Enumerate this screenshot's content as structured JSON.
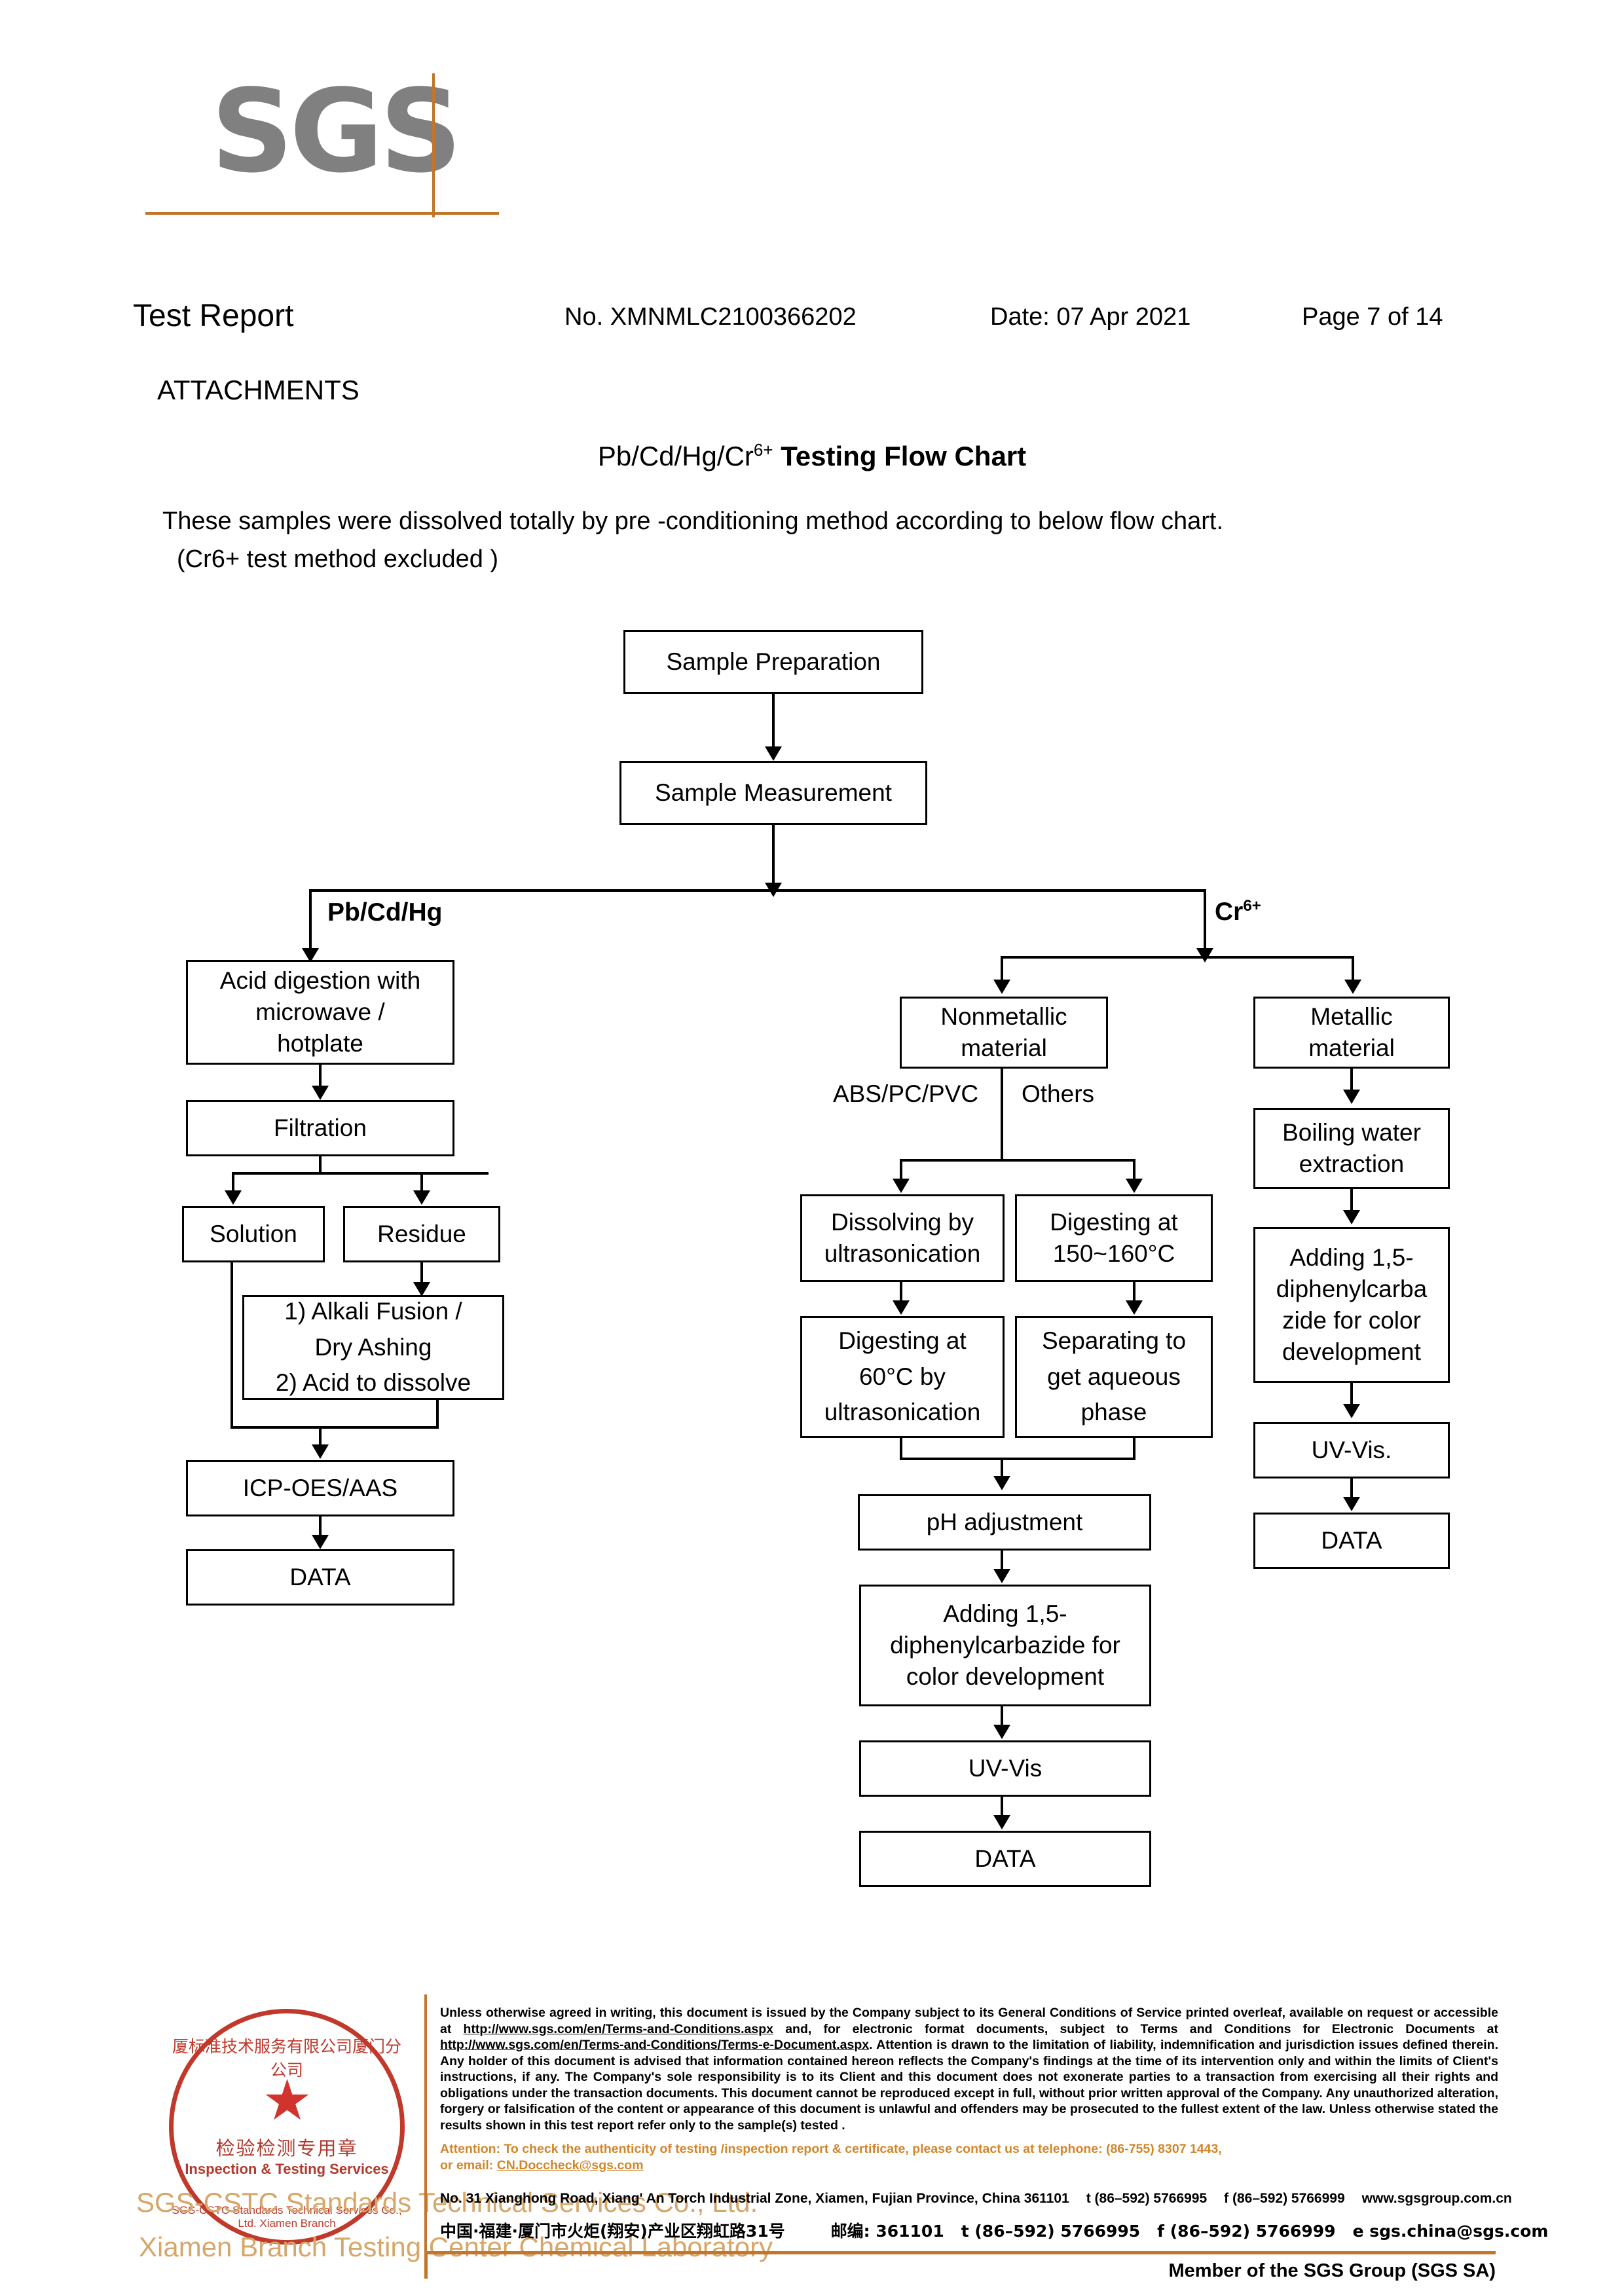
{
  "logo": {
    "text": "SGS",
    "rule_color": "#c1762c",
    "text_color": "#808080"
  },
  "header": {
    "title": "Test Report",
    "report_no": "No. XMNMLC2100366202",
    "date": "Date: 07 Apr 2021",
    "page": "Page 7 of 14",
    "section": "ATTACHMENTS"
  },
  "chart_title": {
    "prefix": "Pb/Cd/Hg/Cr",
    "sup": "6+",
    "suffix": "Testing Flow Chart"
  },
  "intro": {
    "line1": "These samples were dissolved totally by pre -conditioning method according to below flow chart.",
    "line2": "(Cr6+ test method excluded )"
  },
  "flow": {
    "nodes": {
      "sample_preparation": "Sample Preparation",
      "sample_measurement": "Sample Measurement",
      "acid_digestion": "Acid digestion with microwave / hotplate",
      "filtration": "Filtration",
      "solution": "Solution",
      "residue": "Residue",
      "alkali": "1) Alkali Fusion / Dry Ashing 2) Acid to dissolve",
      "icp": "ICP-OES/AAS",
      "data_left": "DATA",
      "nonmetallic": "Nonmetallic material",
      "metallic": "Metallic material",
      "dissolving_ultrasonication": "Dissolving by ultrasonication",
      "digesting_150": "Digesting at 150~160°C",
      "digesting_60": "Digesting at 60°C by ultrasonication",
      "separating": "Separating to get aqueous phase",
      "ph_adjustment": "pH adjustment",
      "adding_dpc_mid": "Adding 1,5-diphenylcarbazide for color development",
      "uv_vis_mid": "UV-Vis",
      "data_mid": "DATA",
      "boiling_water": "Boiling water extraction",
      "adding_dpc_right": "Adding 1,5-diphenylcarba zide for color development",
      "uv_vis_right": "UV-Vis.",
      "data_right": "DATA"
    },
    "edge_labels": {
      "pb_cd_hg": "Pb/Cd/Hg",
      "cr6_prefix": "Cr",
      "cr6_sup": "6+",
      "abs_pc_pvc": "ABS/PC/PVC",
      "others": "Others"
    }
  },
  "stamp": {
    "arc_top": "厦标准技术服务有限公司厦门分公司",
    "chinese": "检验检测专用章",
    "english": "Inspection & Testing Services",
    "arc_bottom": "SGS-CSTC Standards Technical Services Co., Ltd. Xiamen Branch",
    "star": "★",
    "color": "#c0392b"
  },
  "watermark": {
    "line1": "SGS-CSTC Standards Technical Services Co., Ltd.",
    "line2": "Xiamen Branch Testing Center Chemical Laboratory",
    "color": "#d6a76a"
  },
  "footer": {
    "legal_parts": {
      "p1": "Unless otherwise agreed in writing, this document is issued by the Company subject to its General Conditions of Service printed overleaf, available on request or accessible at ",
      "url1": "http://www.sgs.com/en/Terms-and-Conditions.aspx",
      "p2": " and, for electronic format documents, subject to Terms and Conditions for Electronic Documents at ",
      "url2": "http://www.sgs.com/en/Terms-and-Conditions/Terms-e-Document.aspx",
      "p3": ". Attention is drawn to the limitation of liability, indemnification and jurisdiction issues defined therein. Any holder of this document is advised that information contained hereon reflects the Company's findings at the time of its intervention only and within the limits of Client's instructions, if any. The Company's sole responsibility is to its Client and this document does not exonerate parties to a transaction from exercising all their rights and obligations under the transaction documents. This document cannot be reproduced except in full, without prior written approval of the Company. Any unauthorized alteration, forgery or falsification of the content or appearance of this document is unlawful and offenders may be prosecuted to the fullest extent of the law. Unless otherwise stated the results shown in this test report refer only to the sample(s) tested ."
    },
    "attention_line1": "Attention: To check the authenticity of testing /inspection report & certificate, please contact us at telephone: (86-755) 8307 1443,",
    "attention_line2_prefix": "or email: ",
    "attention_email": "CN.Doccheck@sgs.com",
    "address_en": "No. 31 Xianghong Road, Xiang' An Torch Industrial Zone, Xiamen, Fujian Province, China  361101",
    "address_en_tel": "t (86–592) 5766995",
    "address_en_fax": "f (86–592) 5766999",
    "address_en_web": "www.sgsgroup.com.cn",
    "address_cn": "中国·福建·厦门市火炬(翔安)产业区翔虹路31号",
    "address_cn_zip": "邮编: 361101",
    "address_cn_tel": "t (86–592) 5766995",
    "address_cn_fax": "f (86–592) 5766999",
    "address_cn_email": "e  sgs.china@sgs.com",
    "member": "Member of the SGS Group (SGS SA)",
    "rule_color": "#c1762c"
  }
}
